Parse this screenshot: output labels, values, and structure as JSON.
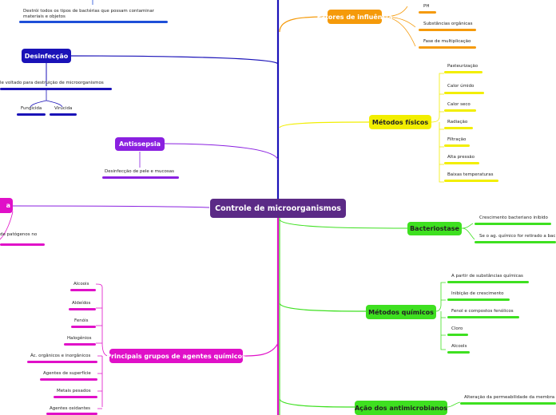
{
  "center": {
    "label": "Controle de microorganismos",
    "color": "#5b2a86"
  },
  "colors": {
    "blue_dark": "#1a12b8",
    "blue_mid": "#1e4fd8",
    "purple": "#8a20e0",
    "magenta": "#e010c8",
    "orange": "#f59a0a",
    "yellow": "#f2ee00",
    "green": "#3ee020"
  },
  "left": {
    "top_note": "Destrói todos os tipos de bactérias que possam contaminar materiais e objetos",
    "desinfeccao": {
      "label": "Desinfecção",
      "desc": "le voltado para destruição de microorganismos",
      "children": [
        "Fungicida",
        "Virucida"
      ]
    },
    "antissepsia": {
      "label": "Antissepsia",
      "desc": "Desinfecção de pele e mucosas"
    },
    "partial": {
      "label": "a",
      "desc": "de patógenos no"
    },
    "agentes": {
      "label": "Principais grupos de agentes químicos",
      "items": [
        "Alcoois",
        "Aldeídos",
        "Fenóis",
        "Halogênios",
        "Ác. orgânicos e inorgânicos",
        "Agentes de superfície",
        "Metais pesados",
        "Agentes oxidantes"
      ]
    }
  },
  "right": {
    "fatores": {
      "label": "Fatores de influência",
      "items": [
        "PH",
        "Substâncias orgânicas",
        "Fase de multiplicação"
      ]
    },
    "fisicos": {
      "label": "Métodos físicos",
      "items": [
        "Pasteurização",
        "Calor úmido",
        "Calor seco",
        "Radiação",
        "Filtração",
        "Alta pressão",
        "Baixas temperaturas"
      ]
    },
    "bacteriostase": {
      "label": "Bacteriostase",
      "items": [
        "Crescimento bacteriano inibido",
        "Se o ag. químico for retirado a bac"
      ]
    },
    "quimicos": {
      "label": "Métodos químicos",
      "items": [
        "A partir de substâncias químicas",
        "Inibição de crescimento",
        "Fenol e compostos fenólicos",
        "Cloro",
        "Alcools"
      ]
    },
    "antimicrobianos": {
      "label": "Ação dos antimicrobianos",
      "items": [
        "Alteração da permeabilidade da membra"
      ]
    }
  }
}
